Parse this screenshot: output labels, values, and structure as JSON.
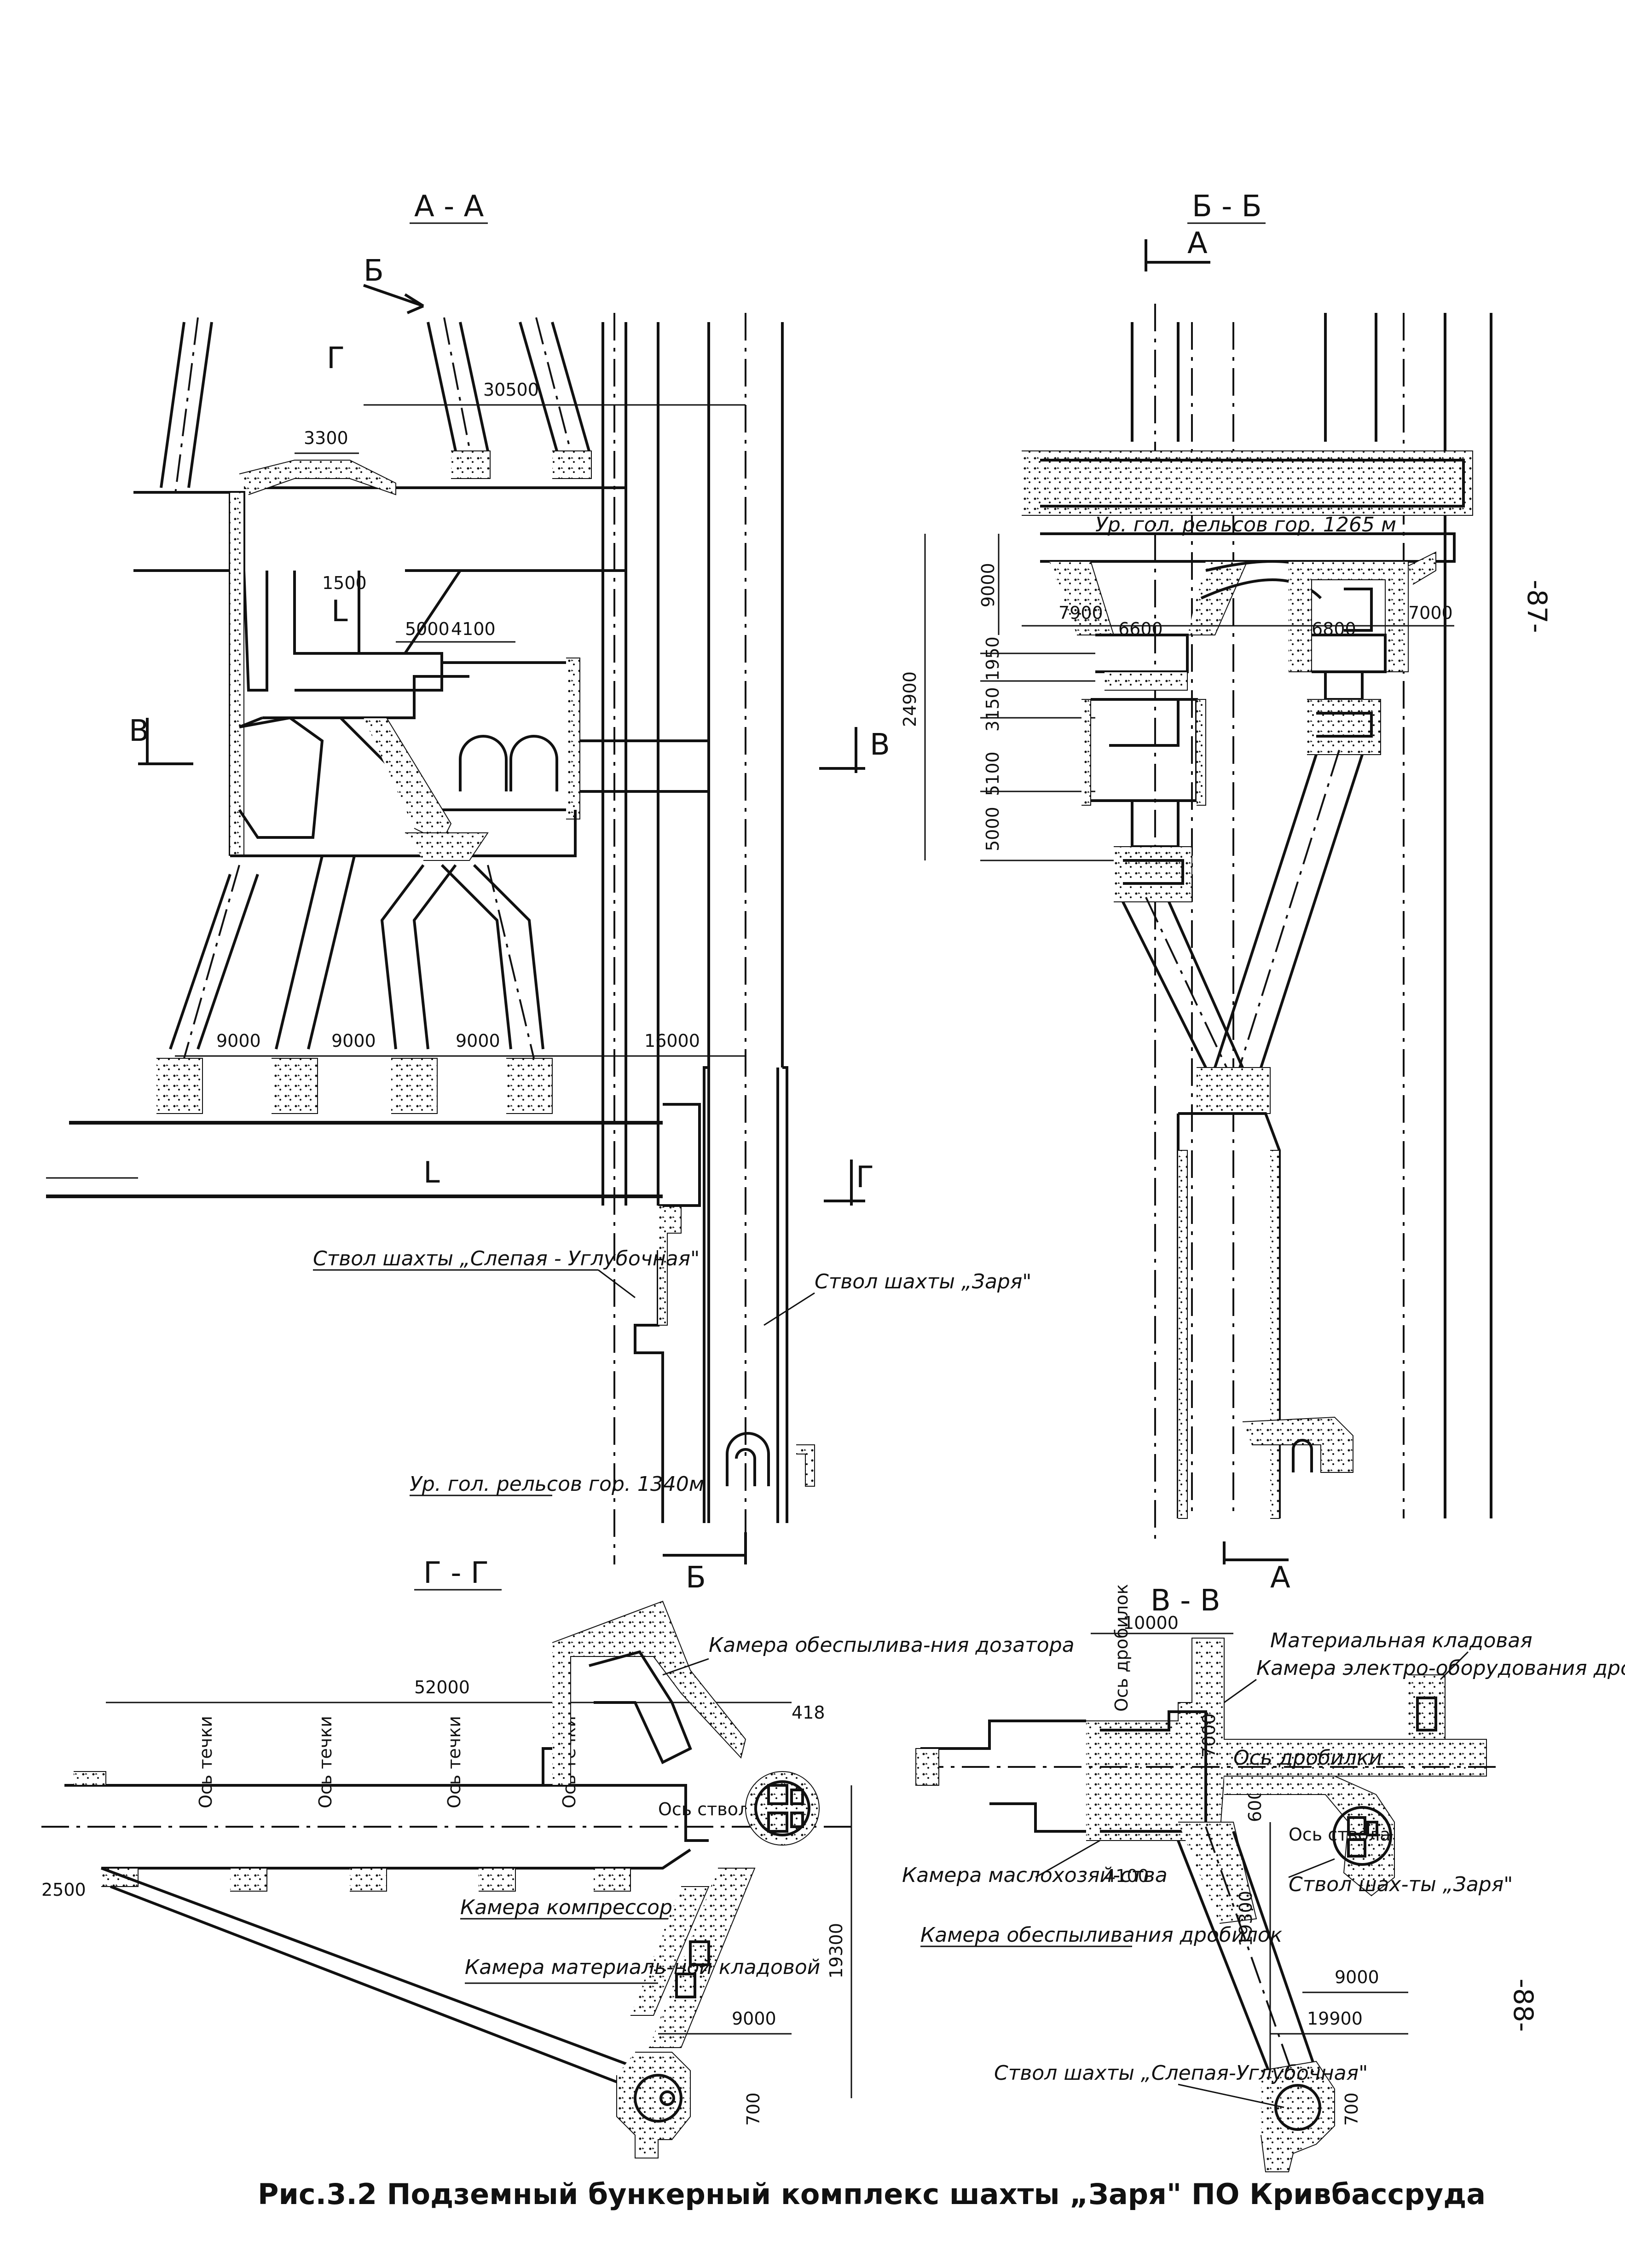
{
  "sections": {
    "aa": "А - А",
    "bb": "Б - Б",
    "vv": "В - В",
    "gg": "Г - Г"
  },
  "markers": {
    "b": "Б",
    "v": "В",
    "g": "Г",
    "a": "А",
    "l": "L"
  },
  "labels_aa": {
    "blind_shaft": "Ствол шахты „Слепая - Углубочная\"",
    "zarya_shaft": "Ствол шахты „Заря\"",
    "rail_level": "Ур. гол. рельсов гор. 1340м"
  },
  "labels_bb": {
    "rail_level": "Ур. гол. рельсов гор. 1265 м"
  },
  "labels_gg": {
    "dust_chamber": "Камера обеспылива-ния дозатора",
    "compressor": "Камера компрессора",
    "storage": "Камера материаль-ной кладовой",
    "axis_shaft": "Ось ствола",
    "axis_chute": "Ось течки"
  },
  "labels_vv": {
    "material_storage": "Материальная кладовая",
    "electro": "Камера электро-оборудования дробилок",
    "crusher_axis": "Ось дробилки",
    "crushers_axis": "Ось дробилок",
    "oil": "Камера маслохозяй-ства",
    "dust_crushers": "Камера обеспыливания дробилок",
    "axis_shaft": "Ось ствола",
    "zarya": "Ствол шах-ты „Заря\"",
    "blind": "Ствол шахты „Слепая-Углубочная\""
  },
  "dims_aa": {
    "d30500": "30500",
    "d3300": "3300",
    "d1500": "1500",
    "d5000": "5000",
    "d4100": "4100",
    "d9000a": "9000",
    "d9000b": "9000",
    "d9000c": "9000",
    "d16000": "16000"
  },
  "dims_bb": {
    "d24900": "24900",
    "d9000": "9000",
    "d7900": "7900",
    "d6600": "6600",
    "d6800": "6800",
    "d7000": "7000",
    "d3150": "3150",
    "d1950": "1950",
    "d5100": "5100",
    "d5000": "5000"
  },
  "dims_gg": {
    "d52000": "52000",
    "d19300": "19300",
    "d9000": "9000",
    "d700": "700",
    "d2500": "2500",
    "d418": "418"
  },
  "dims_vv": {
    "d10000": "10000",
    "d7000": "7000",
    "d6000": "6000",
    "d4100": "4100",
    "d19300": "19300",
    "d9000": "9000",
    "d19900": "19900",
    "d700": "700"
  },
  "caption": "Рис.3.2 Подземный бункерный комплекс шахты „Заря\" ПО Кривбассруда",
  "page_number_top": "-87-",
  "page_number_bottom": "-88-"
}
